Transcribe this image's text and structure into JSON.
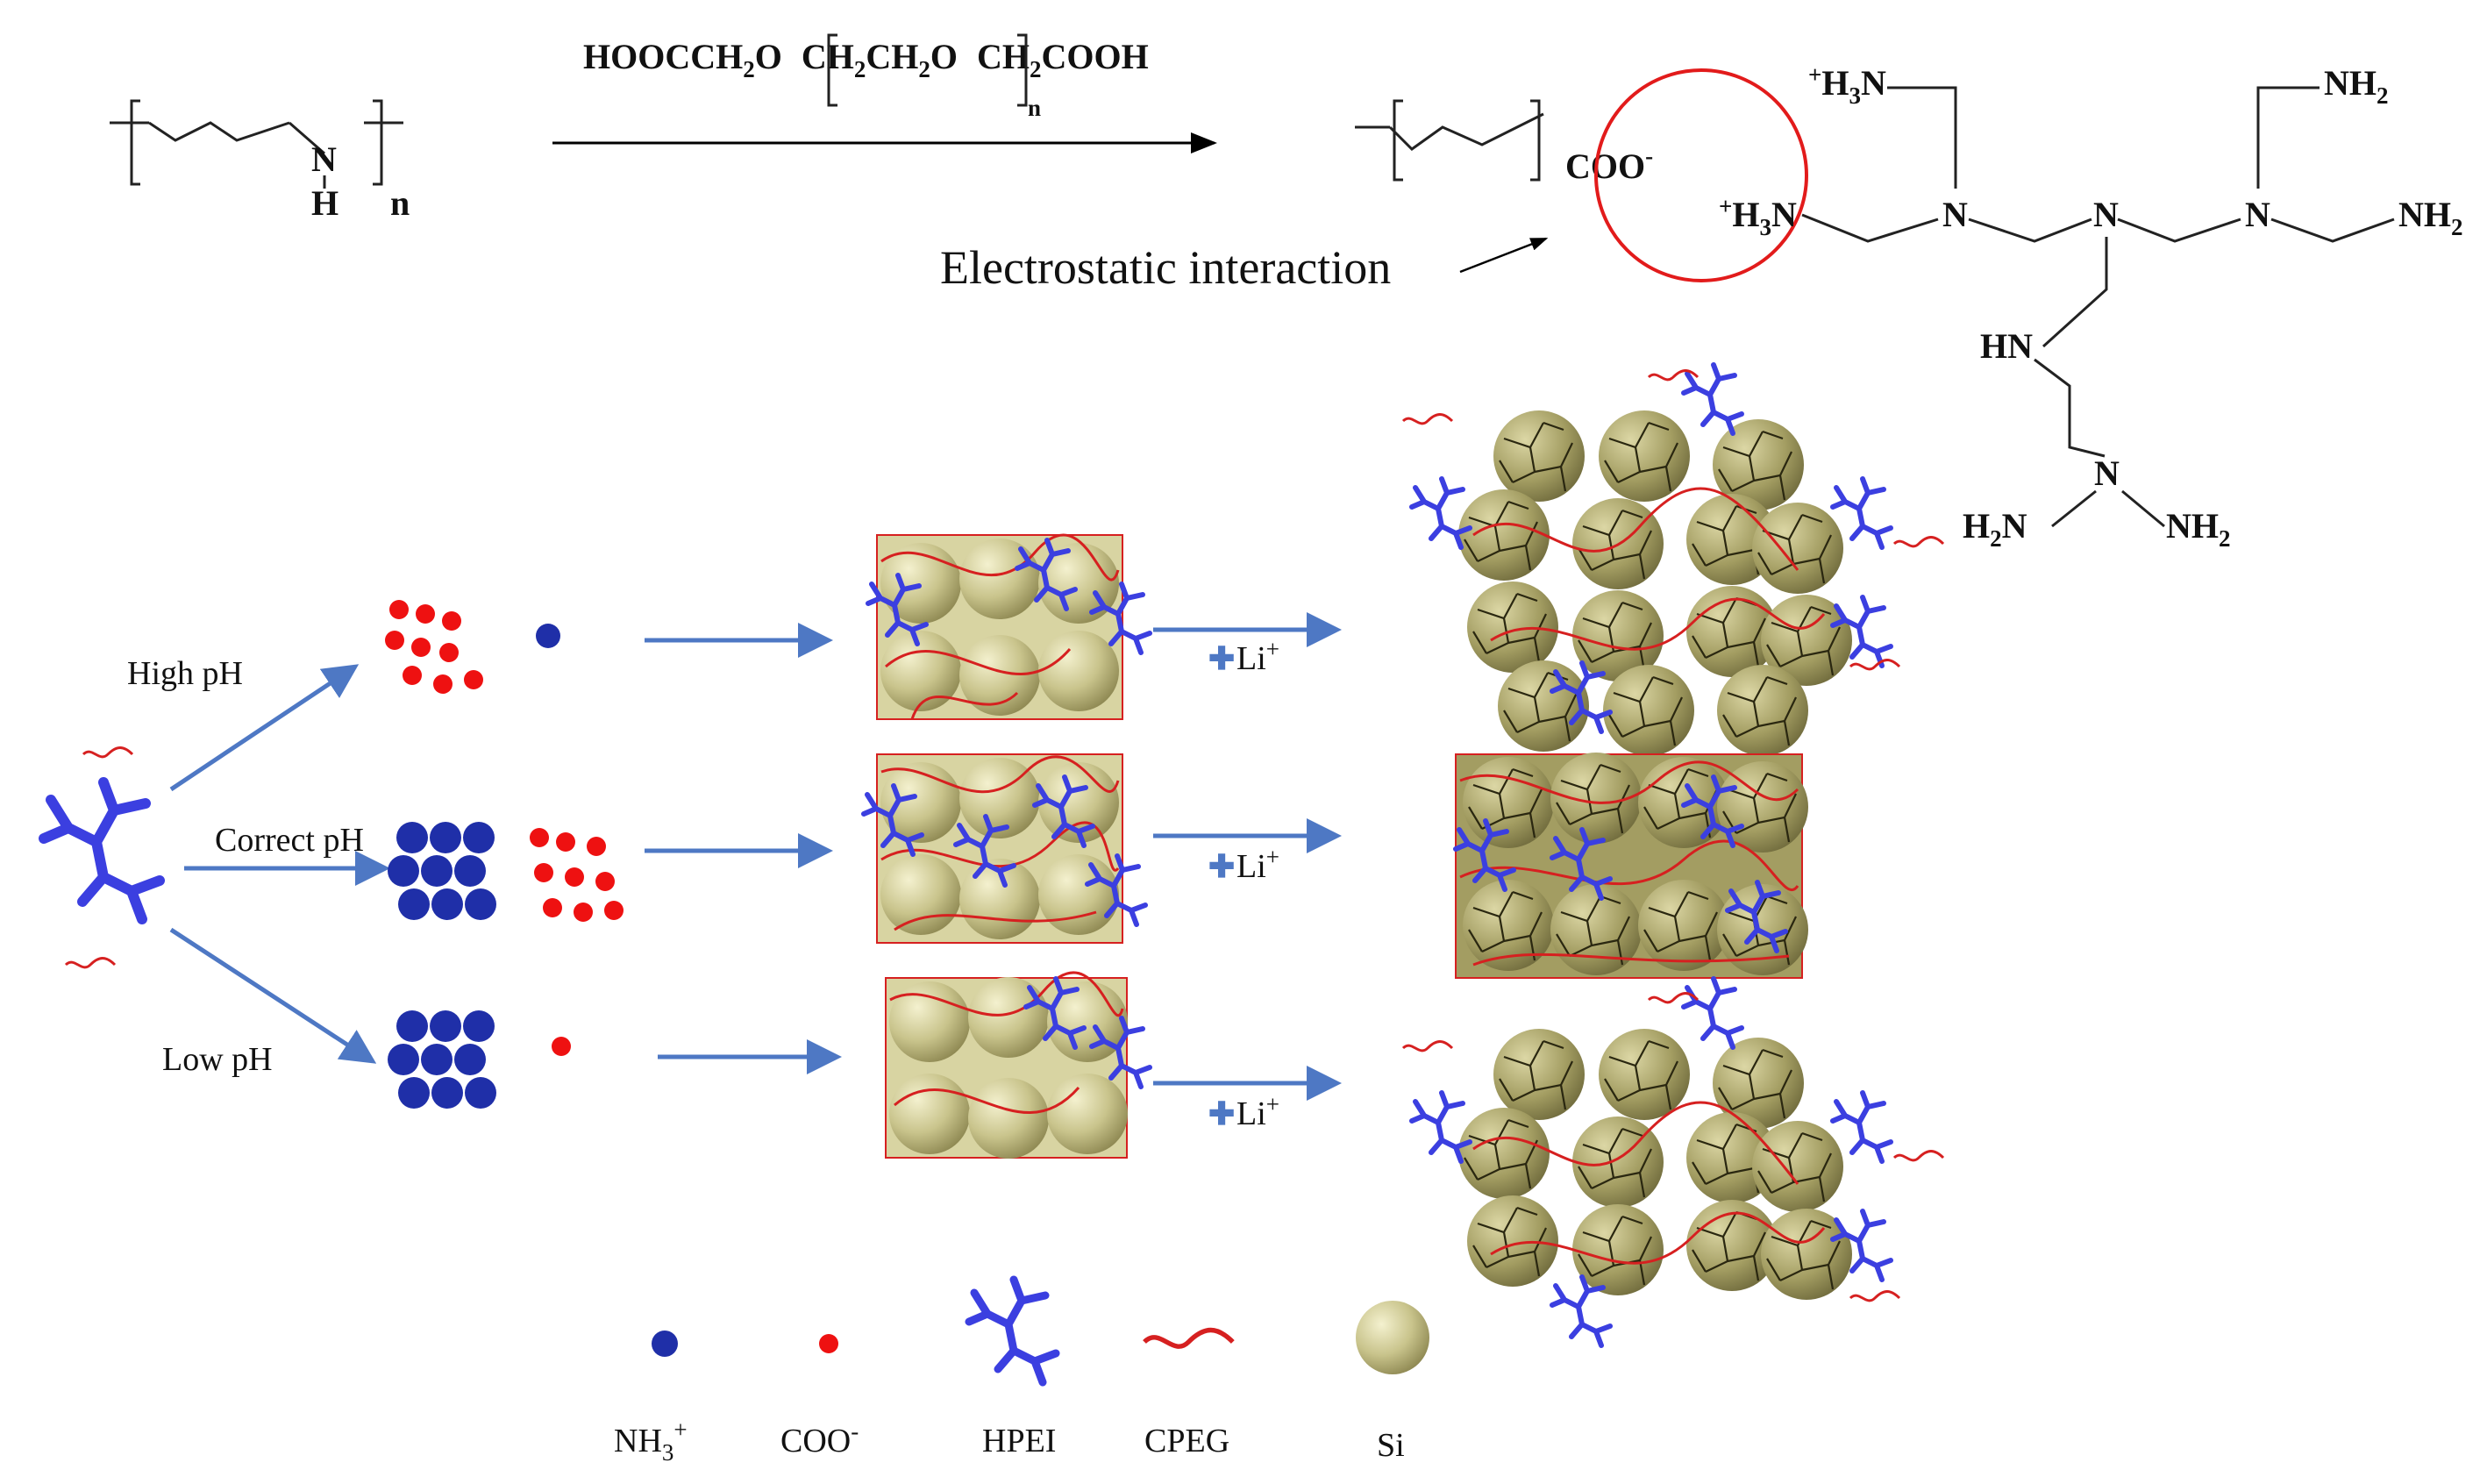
{
  "reaction": {
    "reagent_a": "HOOCCH",
    "reagent_b": "2",
    "reagent_c": "O",
    "reagent_d": "CH",
    "reagent_e": "2",
    "reagent_f": "CH",
    "reagent_g": "2",
    "reagent_h": "O",
    "reagent_i": "CH",
    "reagent_j": "2",
    "reagent_k": "COOH",
    "repeat_n": "n",
    "pei_N": "N",
    "pei_H": "H",
    "pei_n": "n",
    "coo": "COO",
    "coo_sup": "-"
  },
  "hpei": {
    "h3n_top": "H",
    "h3n_top_sub": "3",
    "h3n_top_tail": "N",
    "h3n_top_plus": "+",
    "h3n_mid": "H",
    "h3n_mid_sub": "3",
    "h3n_mid_tail": "N",
    "h3n_mid_plus": "+",
    "n1": "N",
    "n2": "N",
    "n3": "N",
    "nh2_top": "NH",
    "nh2_top_sub": "2",
    "nh2_right": "NH",
    "nh2_right_sub": "2",
    "hn": "HN",
    "n4": "N",
    "h2n": "H",
    "h2n_sub": "2",
    "h2n_tail": "N",
    "nh2_bottom": "NH",
    "nh2_bottom_sub": "2"
  },
  "annotation": {
    "electrostatic": "Electrostatic interaction"
  },
  "conditions": {
    "high": "High pH",
    "correct": "Correct pH",
    "low": "Low pH"
  },
  "lithium": {
    "label": "Li",
    "sup": "+"
  },
  "legend": {
    "nh3": "NH",
    "nh3_sub": "3",
    "nh3_sup": "+",
    "coo": "COO",
    "coo_sup": "-",
    "hpei": "HPEI",
    "cpeg": "CPEG",
    "si": "Si"
  },
  "colors": {
    "nh3_dot": "#1f2fa8",
    "coo_dot": "#ee1111",
    "hpei": "#3b3fe0",
    "cpeg": "#d62020",
    "si_light": "#e6e1b0",
    "si_dark": "#8c8650",
    "arrow_blue": "#4e78c4",
    "circle": "#e21b1b"
  },
  "icons": [
    "reaction-arrow",
    "electrostatic-circle",
    "branch-arrow",
    "process-arrow",
    "lithium-plus-icon",
    "si-sphere",
    "hpei-branch",
    "cpeg-chain"
  ]
}
